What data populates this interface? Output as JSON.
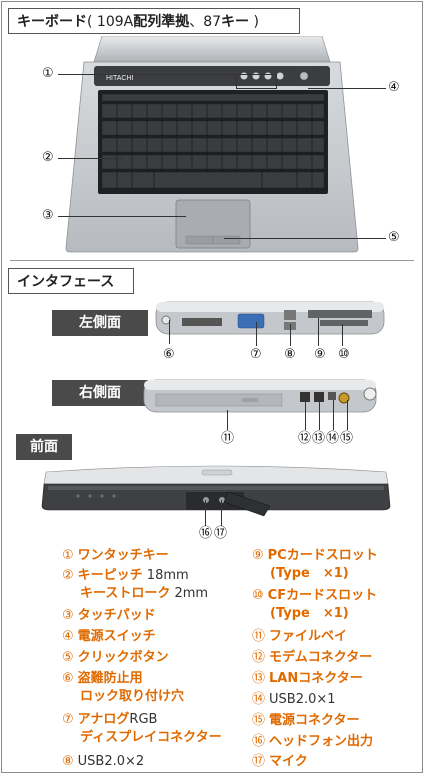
{
  "sections": {
    "keyboard": {
      "title_bold": "キーボード",
      "title_light": "( 109A",
      "title_bold2": "配列準拠",
      "title_light2": "、87",
      "title_bold3": "キー",
      "title_light3": " )"
    },
    "interface": {
      "title": "インタフェース"
    },
    "side_labels": {
      "left": "左側面",
      "right": "右側面",
      "front": "前面"
    }
  },
  "laptop_brand": "HITACHI",
  "callouts": [
    "①",
    "②",
    "③",
    "④",
    "⑤",
    "⑥",
    "⑦",
    "⑧",
    "⑨",
    "⑩",
    "⑪",
    "⑫",
    "⑬",
    "⑭",
    "⑮",
    "⑯",
    "⑰"
  ],
  "legend_left": [
    {
      "num": "①",
      "name": "ワンタッチキー",
      "spec": ""
    },
    {
      "num": "②",
      "name": "キーピッチ",
      "spec": " 18mm"
    },
    {
      "num": "",
      "name": "キーストローク",
      "spec": " 2mm"
    },
    {
      "num": "③",
      "name": "タッチパッド",
      "spec": ""
    },
    {
      "num": "④",
      "name": "電源スイッチ",
      "spec": ""
    },
    {
      "num": "⑤",
      "name": "クリックボタン",
      "spec": ""
    },
    {
      "num": "⑥",
      "name": "盗難防止用",
      "spec": ""
    },
    {
      "num": "",
      "name": "ロック取り付け穴",
      "spec": ""
    },
    {
      "num": "⑦",
      "name": "アナログ",
      "spec": "RGB"
    },
    {
      "num": "",
      "name": "ディスプレイコネクター",
      "spec": ""
    },
    {
      "num": "⑧",
      "name": "",
      "spec": "USB2.0×2"
    }
  ],
  "legend_right": [
    {
      "num": "⑨",
      "name": "PCカードスロット",
      "spec": ""
    },
    {
      "num": "",
      "name": "(Type　×1)",
      "spec": ""
    },
    {
      "num": "⑩",
      "name": "CFカードスロット",
      "spec": ""
    },
    {
      "num": "",
      "name": "(Type　×1)",
      "spec": ""
    },
    {
      "num": "⑪",
      "name": "ファイルベイ",
      "spec": ""
    },
    {
      "num": "⑫",
      "name": "モデムコネクター",
      "spec": ""
    },
    {
      "num": "⑬",
      "name": "LANコネクター",
      "spec": ""
    },
    {
      "num": "⑭",
      "name": "",
      "spec": "USB2.0×1"
    },
    {
      "num": "⑮",
      "name": "電源コネクター",
      "spec": ""
    },
    {
      "num": "⑯",
      "name": "ヘッドフォン出力",
      "spec": ""
    },
    {
      "num": "⑰",
      "name": "マイク",
      "spec": ""
    }
  ],
  "colors": {
    "accent": "#e06a00",
    "label_bg": "#4a4a4a",
    "body_silver": "#c9cdd2",
    "keys": "#2b2d30"
  }
}
